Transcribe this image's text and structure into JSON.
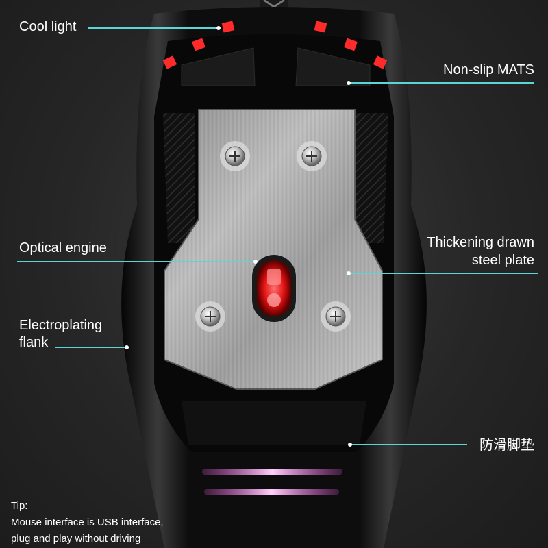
{
  "labels": {
    "cool_light": "Cool light",
    "non_slip_mats": "Non-slip MATS",
    "optical_engine": "Optical engine",
    "steel_plate_line1": "Thickening drawn",
    "steel_plate_line2": "steel plate",
    "flank_line1": "Electroplating",
    "flank_line2": "flank",
    "anti_slip_feet": "防滑脚垫"
  },
  "tip": {
    "title": "Tip:",
    "line1": "Mouse interface is USB interface,",
    "line2": "plug and play without driving"
  },
  "colors": {
    "leader": "#5ad6d6",
    "led_red": "#ff2a2a",
    "led_pink": "#ff5cf0"
  }
}
